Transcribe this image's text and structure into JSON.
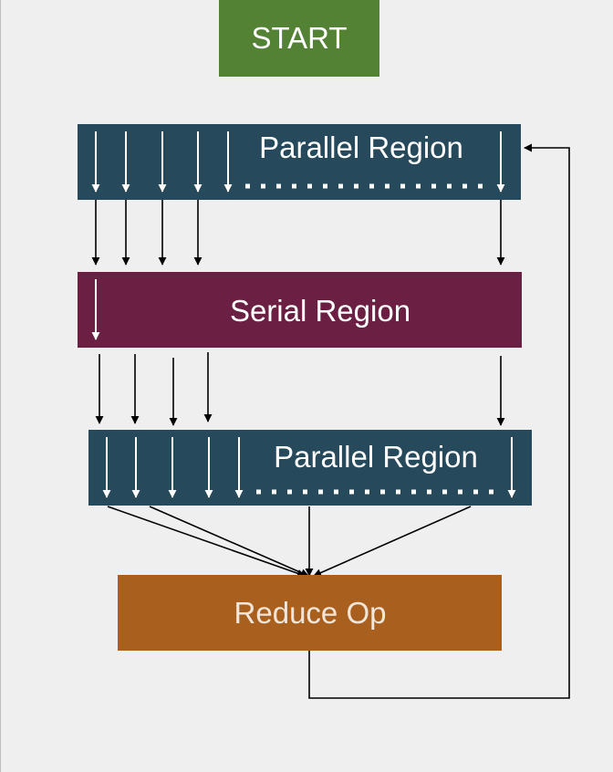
{
  "nodes": {
    "start": {
      "label": "START",
      "fill": "#548235",
      "text_color": "#ffffff"
    },
    "parallel_region_1": {
      "label": "Parallel Region",
      "fill": "#264a5c",
      "text_color": "#ffffff"
    },
    "serial_region": {
      "label": "Serial Region",
      "fill": "#6b1f43",
      "text_color": "#ffffff"
    },
    "parallel_region_2": {
      "label": "Parallel Region",
      "fill": "#264a5c",
      "text_color": "#ffffff"
    },
    "reduce_op": {
      "label": "Reduce Op",
      "fill": "#a9601f",
      "text_color": "#ffffff"
    }
  },
  "colors": {
    "background": "#efefef",
    "connector": "#000000",
    "thread_arrow": "#ffffff"
  },
  "edges": [
    {
      "from": "parallel_region_1",
      "to": "serial_region",
      "kind": "threads"
    },
    {
      "from": "serial_region",
      "to": "parallel_region_2",
      "kind": "threads"
    },
    {
      "from": "parallel_region_2",
      "to": "reduce_op",
      "kind": "reduction"
    },
    {
      "from": "reduce_op",
      "to": "parallel_region_1",
      "kind": "loop-back"
    }
  ]
}
